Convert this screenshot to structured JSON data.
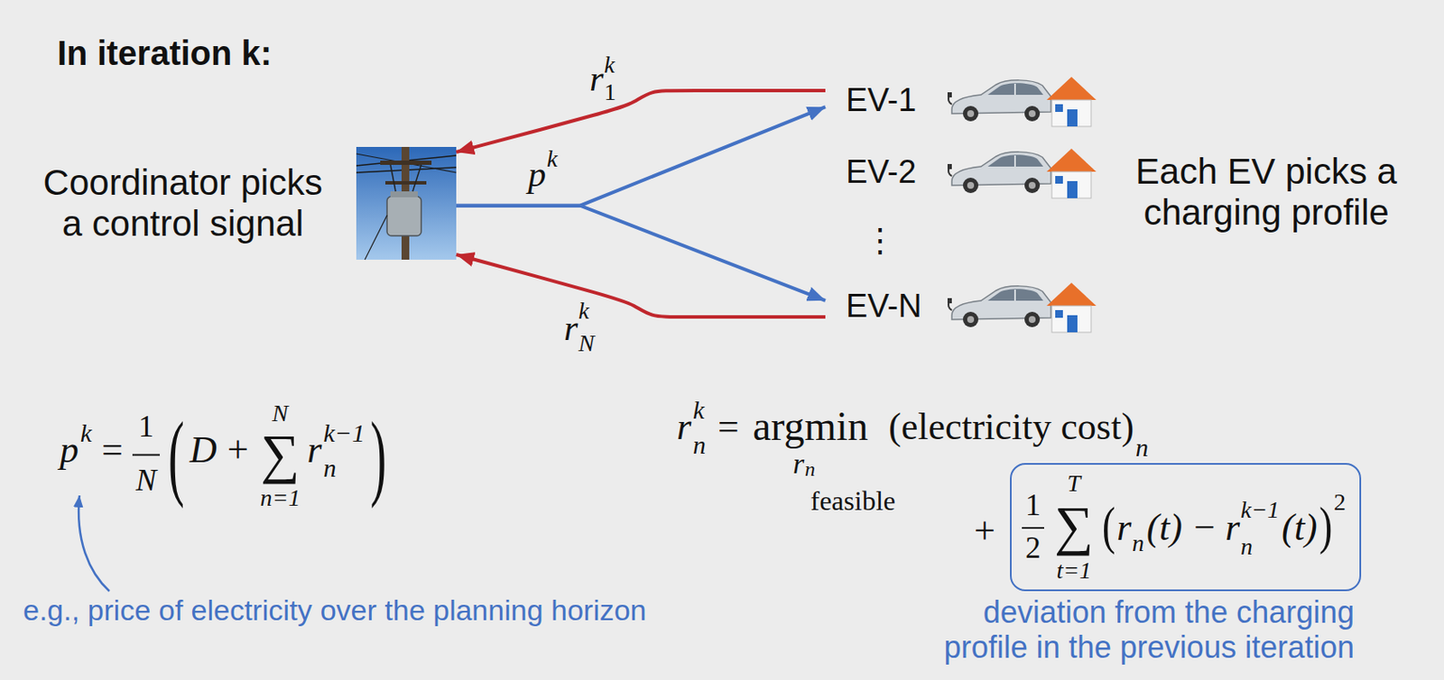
{
  "diagram": {
    "nodes": [
      {
        "text": [
          "Coordinator picks a control signal"
        ]
      },
      {
        "text": [
          "EV-1"
        ]
      },
      {
        "text": [
          "EV-2"
        ]
      },
      {
        "text": [
          "EV-N"
        ]
      },
      {
        "text": [
          "1",
          "2",
          "∑",
          "T",
          "t=1",
          "(",
          "r",
          "n",
          "(t) −",
          "r",
          "n",
          "k−1",
          "(t)",
          ")",
          "2",
          "deviation from the charging profile in the previous iteration"
        ]
      }
    ],
    "edges": [
      {
        "from": 1,
        "to": 0,
        "arrow": "to",
        "label": "r"
      },
      {
        "from": 0,
        "to": 1,
        "arrow": "to",
        "label": "p"
      },
      {
        "from": 0,
        "to": 3,
        "arrow": "to"
      },
      {
        "from": 3,
        "to": 0,
        "arrow": "to",
        "label": "r"
      }
    ],
    "labels": [
      "In iteration k:",
      "k",
      "1",
      "k",
      "k",
      "N",
      "⋮",
      "Each EV picks a charging profile",
      "p",
      "k",
      "=",
      "1",
      "N",
      "(",
      "D",
      "+",
      "∑",
      "N",
      "n=1",
      "r",
      "k−1",
      "n",
      ")",
      "e.g., price of electricity over the planning horizon",
      "r",
      "k",
      "n",
      "=",
      "argmin",
      "r",
      "n",
      "feasible",
      "(electricity cost)",
      "n",
      "+"
    ]
  }
}
